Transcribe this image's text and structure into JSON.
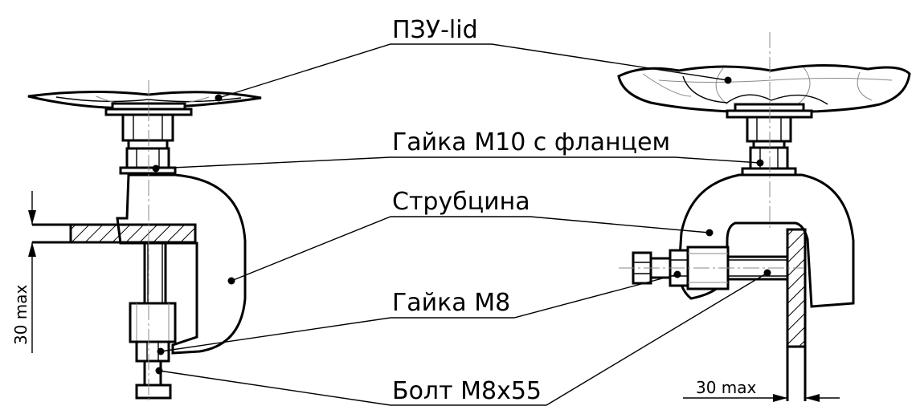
{
  "labels": {
    "lid": "ПЗУ-lid",
    "nut_m10": "Гайка М10 с фланцем",
    "clamp": "Струбцина",
    "nut_m8": "Гайка М8",
    "bolt": "Болт М8х55"
  },
  "dimensions": {
    "vertical": "30 max",
    "horizontal": "30 max"
  }
}
